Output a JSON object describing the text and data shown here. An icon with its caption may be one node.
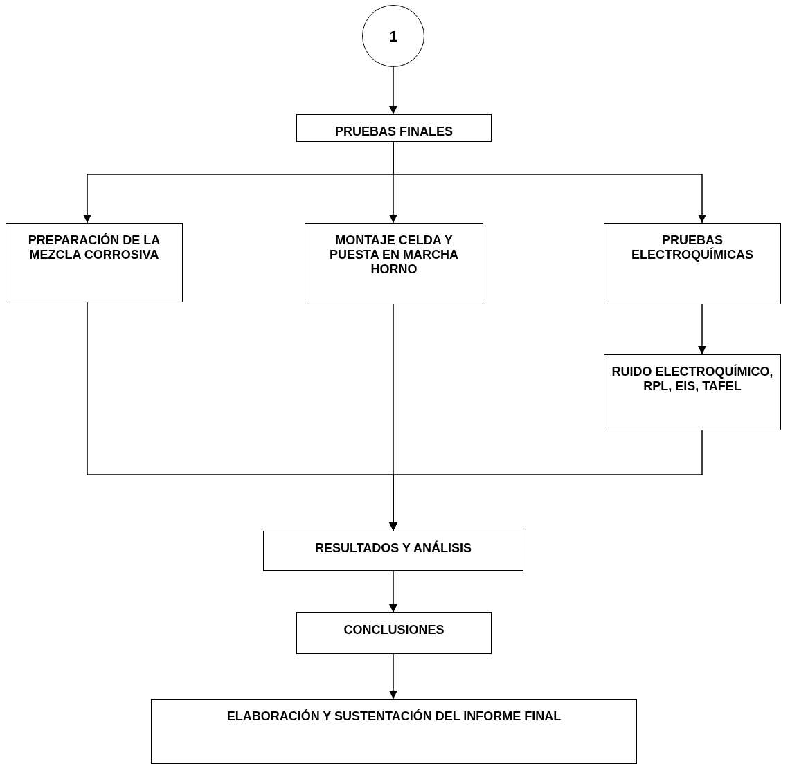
{
  "diagram": {
    "nodes": [
      {
        "text": [
          "1"
        ]
      },
      {
        "text": [
          "PRUEBAS FINALES"
        ]
      },
      {
        "text": [
          "PREPARACIÓN DE LA MEZCLA CORROSIVA"
        ]
      },
      {
        "text": [
          "MONTAJE CELDA Y PUESTA EN MARCHA HORNO"
        ]
      },
      {
        "text": [
          "PRUEBAS ELECTROQUÍMICAS"
        ]
      },
      {
        "text": [
          "RUIDO ELECTROQUÍMICO, RPL, EIS, TAFEL"
        ]
      },
      {
        "text": [
          "RESULTADOS Y ANÁLISIS"
        ]
      },
      {
        "text": [
          "CONCLUSIONES"
        ]
      },
      {
        "text": [
          "ELABORACIÓN Y SUSTENTACIÓN DEL INFORME FINAL"
        ]
      }
    ],
    "edges": [
      {
        "from": 0,
        "to": 1,
        "arrow": "to"
      },
      {
        "from": 1,
        "to": 2,
        "arrow": "to"
      },
      {
        "from": 1,
        "to": 3,
        "arrow": "to"
      },
      {
        "from": 1,
        "to": 4,
        "arrow": "to"
      },
      {
        "from": 4,
        "to": 5,
        "arrow": "to"
      },
      {
        "from": 2,
        "to": 6,
        "arrow": "to"
      },
      {
        "from": 3,
        "to": 6,
        "arrow": "to"
      },
      {
        "from": 5,
        "to": 6,
        "arrow": "to"
      },
      {
        "from": 6,
        "to": 7,
        "arrow": "to"
      },
      {
        "from": 7,
        "to": 8,
        "arrow": "to"
      }
    ]
  }
}
